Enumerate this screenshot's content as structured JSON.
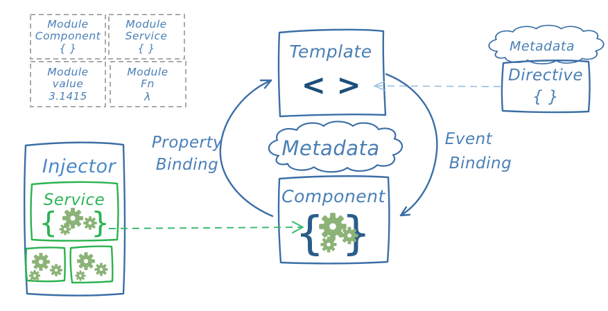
{
  "colors": {
    "outline_blue": "#3a6ea6",
    "text_blue": "#4a7fb5",
    "navy": "#1d4e79",
    "green": "#2ab34f",
    "gear_green": "#8cb377",
    "gray_dash": "#a9a9a9",
    "light_blue_dash": "#9cc3e5",
    "green_dash": "#35b96a"
  },
  "module_cards": [
    {
      "line1": "Module",
      "line2": "Component",
      "line3": "{ }"
    },
    {
      "line1": "Module",
      "line2": "Service",
      "line3": "{ }"
    },
    {
      "line1": "Module",
      "line2": "value",
      "line3": "3.1415"
    },
    {
      "line1": "Module",
      "line2": "Fn",
      "line3": "λ"
    }
  ],
  "template_box": {
    "title": "Template",
    "code_symbol": "< >"
  },
  "clouds": {
    "top_right_label": "Metadata",
    "center_label": "Metadata"
  },
  "directive_box": {
    "title": "Directive",
    "braces": "{ }"
  },
  "labels": {
    "property_binding_line1": "Property",
    "property_binding_line2": "Binding",
    "event_binding_line1": "Event",
    "event_binding_line2": "Binding"
  },
  "injector_box": {
    "title": "Injector",
    "service_box": {
      "title": "Service",
      "brace_open": "{",
      "brace_close": "}"
    }
  },
  "component_box": {
    "title": "Component",
    "brace_open": "{",
    "brace_close": "}"
  }
}
